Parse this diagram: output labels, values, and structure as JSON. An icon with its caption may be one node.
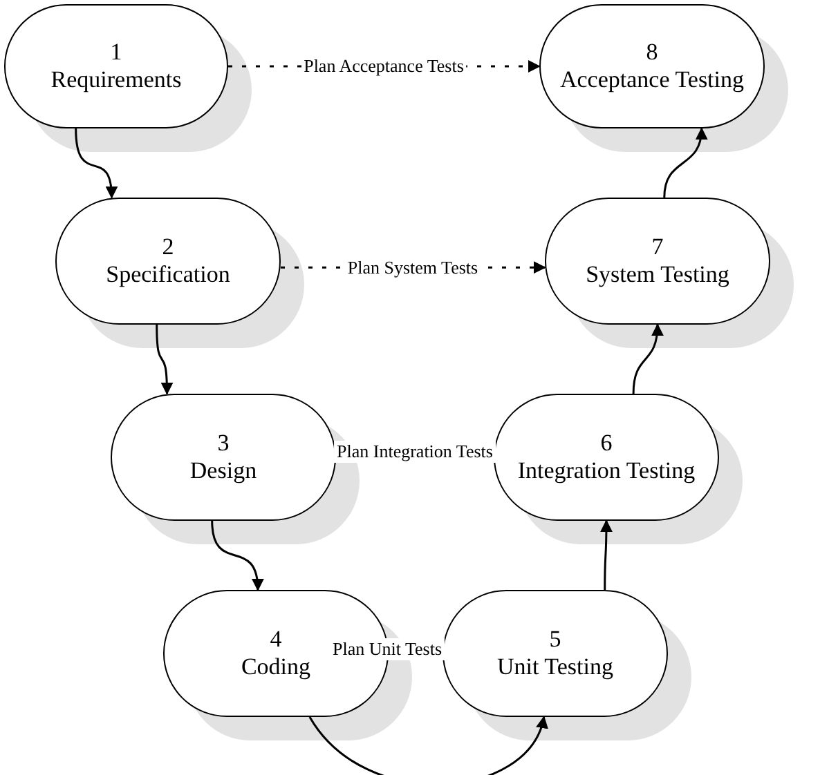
{
  "diagram": {
    "nodes": [
      {
        "text": [
          "1",
          "Requirements"
        ]
      },
      {
        "text": [
          "2",
          "Specification"
        ]
      },
      {
        "text": [
          "3",
          "Design"
        ]
      },
      {
        "text": [
          "4",
          "Coding"
        ]
      },
      {
        "text": [
          "5",
          "Unit Testing"
        ]
      },
      {
        "text": [
          "6",
          "Integration Testing"
        ]
      },
      {
        "text": [
          "7",
          "System Testing"
        ]
      },
      {
        "text": [
          "8",
          "Acceptance Testing"
        ]
      }
    ],
    "edges": [
      {
        "from": 0,
        "to": 1,
        "arrow": "to"
      },
      {
        "from": 1,
        "to": 2,
        "arrow": "to"
      },
      {
        "from": 2,
        "to": 3,
        "arrow": "to"
      },
      {
        "from": 3,
        "to": 4,
        "arrow": "to"
      },
      {
        "from": 4,
        "to": 5,
        "arrow": "to"
      },
      {
        "from": 5,
        "to": 6,
        "arrow": "to"
      },
      {
        "from": 6,
        "to": 7,
        "arrow": "to"
      },
      {
        "from": 0,
        "to": 7,
        "arrow": "to",
        "label": "Plan Acceptance Tests",
        "style": "dashed"
      },
      {
        "from": 1,
        "to": 6,
        "arrow": "to",
        "label": "Plan System Tests",
        "style": "dashed"
      }
    ],
    "labels": [
      "Plan Integration Tests",
      "Plan Unit Tests"
    ]
  }
}
